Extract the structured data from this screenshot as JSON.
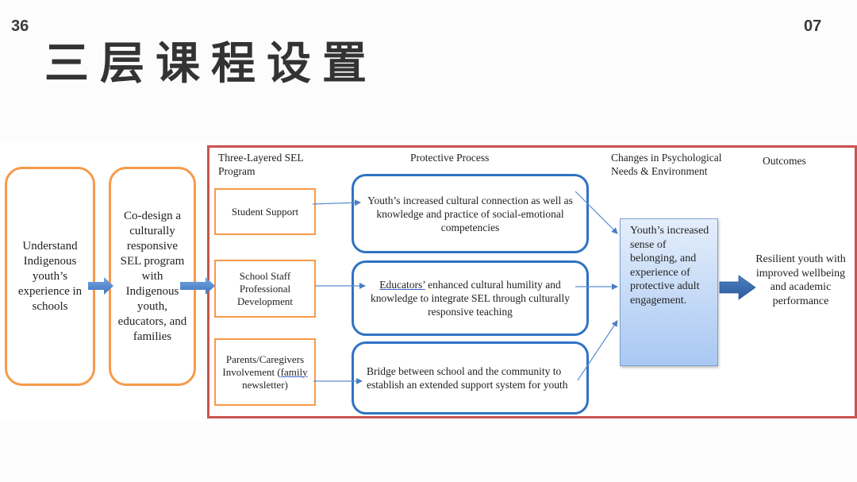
{
  "slide": {
    "page_left": "36",
    "page_right": "07",
    "title": "三层课程设置"
  },
  "diagram": {
    "step1": "Understand Indigenous youth’s experience in schools",
    "step2": "Co-design a culturally responsive SEL program with Indigenous youth, educators, and families",
    "headers": {
      "program": "Three-Layered SEL Program",
      "process": "Protective Process",
      "changes": "Changes in Psychological Needs & Environment",
      "outcomes": "Outcomes"
    },
    "layers": [
      {
        "label": "Student Support"
      },
      {
        "label": "School Staff Professional Development"
      },
      {
        "label_prefix": "Parents/Caregivers Involvement (",
        "label_link": "family",
        "label_suffix": " newsletter)"
      }
    ],
    "processes": [
      {
        "text": "Youth’s increased cultural connection as well as knowledge and practice of social-emotional competencies"
      },
      {
        "text_prefix": "Educators’",
        "text_suffix": " enhanced cultural humility and knowledge to integrate SEL through culturally responsive teaching"
      },
      {
        "text": "Bridge between school and the community to establish an extended support system for youth"
      }
    ],
    "change": "Youth’s increased sense of belonging, and experience of protective adult engagement.",
    "outcome": "Resilient youth with improved wellbeing and academic performance",
    "colors": {
      "orange": "#f79a4a",
      "red_frame": "#c9534f",
      "blue_border": "#2f73c3",
      "arrow_blue": "#4a86d4"
    }
  }
}
